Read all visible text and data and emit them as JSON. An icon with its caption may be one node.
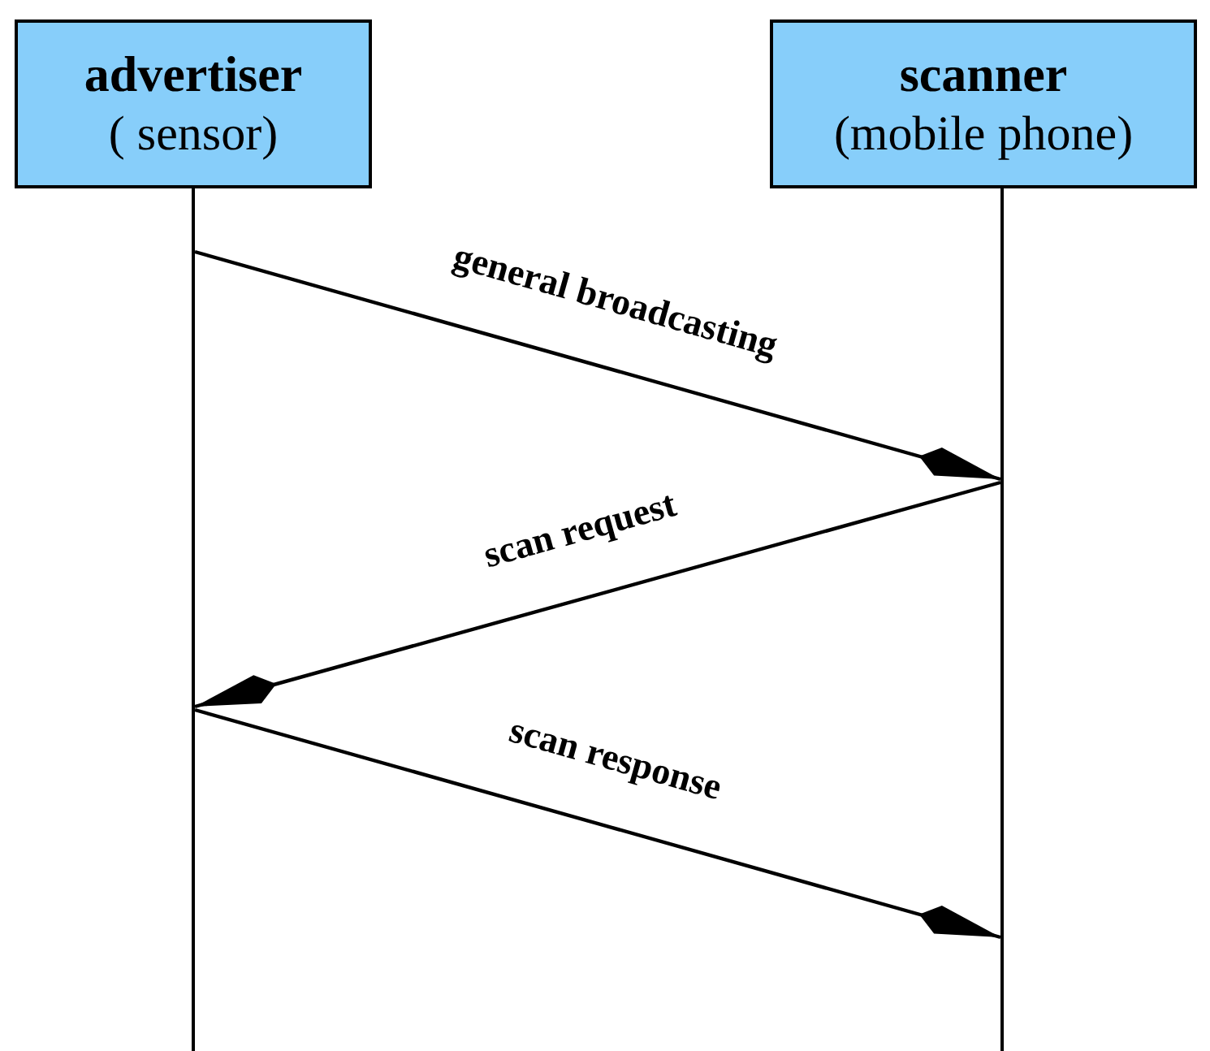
{
  "diagram": {
    "nodes": [
      {
        "text": [
          "advertiser",
          "( sensor)"
        ]
      },
      {
        "text": [
          "scanner",
          "(mobile phone)"
        ]
      },
      {
        "text": [],
        "shape": "line"
      },
      {
        "text": [],
        "shape": "line"
      }
    ],
    "edges": [
      {
        "from": 2,
        "to": 3,
        "arrow": "to",
        "label": "general broadcasting"
      },
      {
        "from": 3,
        "to": 2,
        "arrow": "to",
        "label": "scan request"
      },
      {
        "from": 2,
        "to": 3,
        "arrow": "to",
        "label": "scan response"
      }
    ]
  }
}
